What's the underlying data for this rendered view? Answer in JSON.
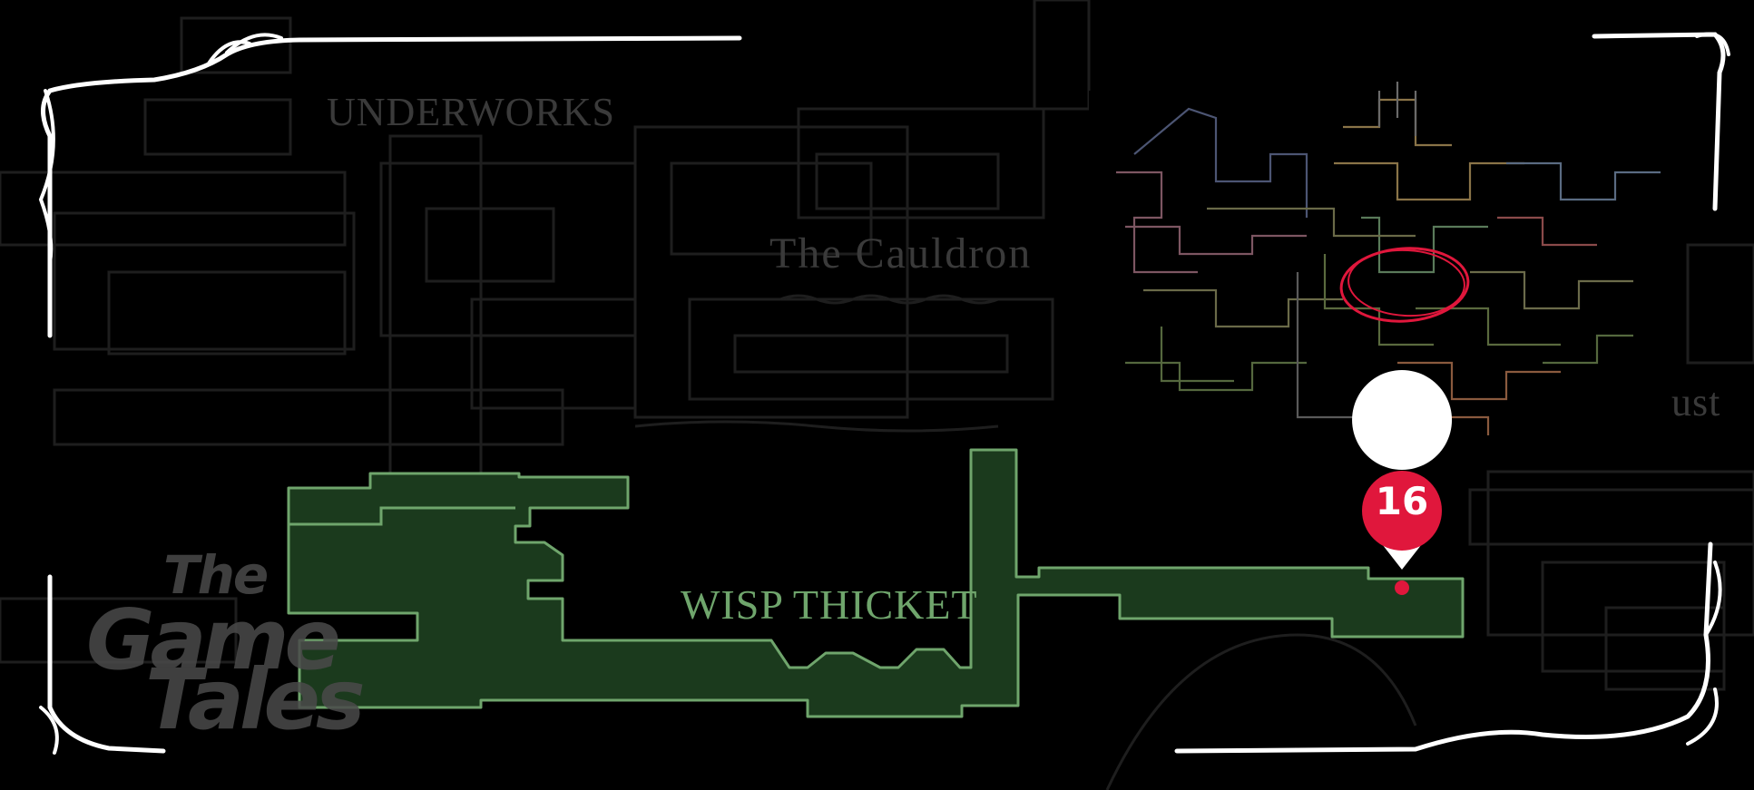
{
  "map": {
    "regions": {
      "underworks": "UNDERWORKS",
      "cauldron": "The Cauldron",
      "just": "ust",
      "wisp_thicket": "WISP THICKET"
    },
    "marker": {
      "number": "16",
      "color": "#e0173c"
    },
    "highlight_color": "#6fa56c"
  },
  "watermark": {
    "line1": "The",
    "line2": "Game",
    "line3": "Tales"
  },
  "minimap": {
    "highlight_ring_color": "#e0173c"
  }
}
